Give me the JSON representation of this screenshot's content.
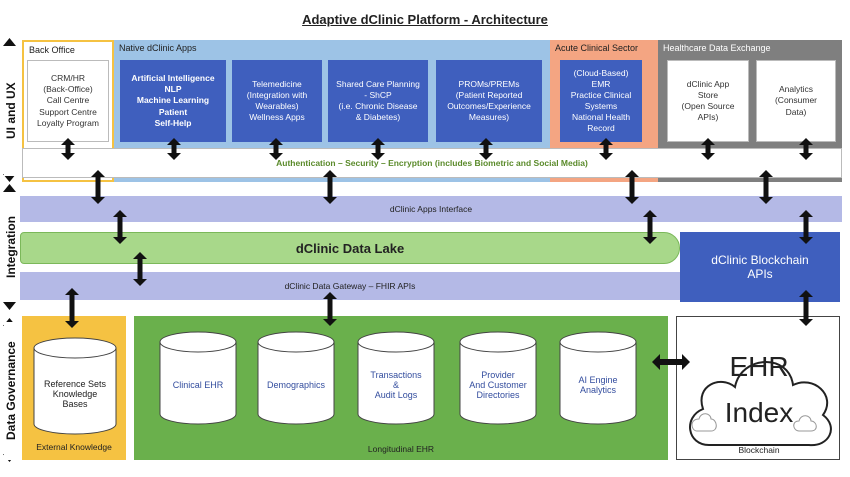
{
  "title": "Adaptive dClinic Platform - Architecture",
  "side_labels": {
    "ui": "UI and UX",
    "integration": "Integration",
    "governance": "Data Governance"
  },
  "sections": {
    "back_office": "Back Office",
    "native_apps": "Native dClinic Apps",
    "acute": "Acute Clinical Sector",
    "hde": "Healthcare Data Exchange"
  },
  "cards": {
    "crm": "CRM/HR\n(Back-Office)\nCall Centre\nSupport Centre\nLoyalty Program",
    "ai": "Artificial Intelligence\nNLP\nMachine Learning\nPatient\nSelf-Help",
    "telemed": "Telemedicine\n(Integration with\nWearables)\nWellness Apps",
    "shared": "Shared Care Planning\n- ShCP\n(i.e. Chronic Disease\n& Diabetes)",
    "proms": "PROMs/PREMs\n(Patient Reported\nOutcomes/Experience\nMeasures)",
    "emr": "(Cloud-Based)\nEMR\nPractice Clinical\nSystems\nNational Health\nRecord",
    "appstore": "dClinic App\nStore\n(Open Source\nAPIs)",
    "analytics": "Analytics\n(Consumer\nData)"
  },
  "bars": {
    "auth": "Authentication – Security – Encryption (includes Biometric and Social Media)",
    "apps_interface": "dClinic Apps Interface",
    "data_lake": "dClinic Data Lake",
    "gateway": "dClinic Data Gateway – FHIR APIs",
    "blockchain_apis": "dClinic Blockchain\nAPIs"
  },
  "external": {
    "cylinder": "Reference Sets\nKnowledge\nBases",
    "label": "External Knowledge"
  },
  "ehr": {
    "label": "Longitudinal EHR",
    "cylinders": [
      "Clinical EHR",
      "Demographics",
      "Transactions\n&\nAudit Logs",
      "Provider\nAnd Customer\nDirectories",
      "AI Engine\nAnalytics"
    ]
  },
  "blockchain": {
    "cloud_line1": "EHR",
    "cloud_line2": "Index",
    "label": "Blockchain"
  },
  "colors": {
    "yellow": "#f5c242",
    "blue_light": "#9dc3e6",
    "blue_dark": "#3f5fbe",
    "salmon": "#f4a582",
    "gray": "#7f7f7f",
    "green": "#6ab04c",
    "lavender": "#b4b9e6",
    "lake_green": "#a8d88a"
  }
}
